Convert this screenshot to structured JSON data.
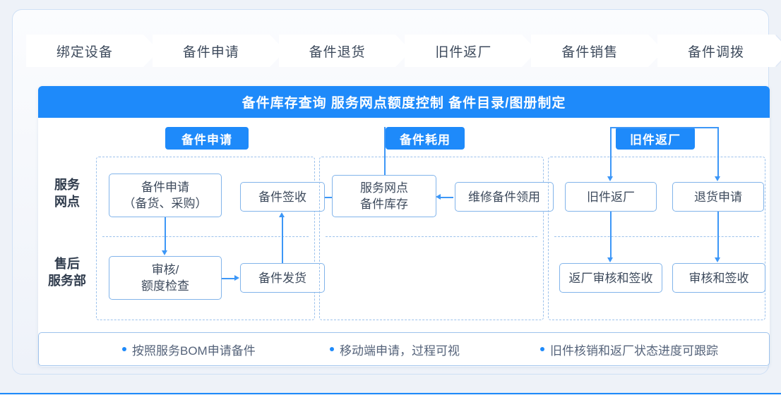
{
  "breadcrumb": {
    "steps": [
      {
        "label": "绑定设备"
      },
      {
        "label": "备件申请"
      },
      {
        "label": "备件退货"
      },
      {
        "label": "旧件返厂"
      },
      {
        "label": "备件销售"
      },
      {
        "label": "备件调拨"
      }
    ]
  },
  "banner": {
    "text": "备件库存查询  服务网点额度控制  备件目录/图册制定",
    "color": "#1e8afa"
  },
  "tags": [
    {
      "label": "备件申请"
    },
    {
      "label": "备件耗用"
    },
    {
      "label": "旧件返厂"
    }
  ],
  "rows": [
    {
      "label": "服务\n网点",
      "line1": "服务",
      "line2": "网点"
    },
    {
      "label": "售后\n服务部",
      "line1": "售后",
      "line2": "服务部"
    }
  ],
  "groups": [
    {
      "name": "备件申请",
      "nodes": [
        {
          "id": "n0",
          "line1": "备件申请",
          "line2": "（备货、采购）"
        },
        {
          "id": "n1",
          "line1": "备件签收",
          "line2": ""
        },
        {
          "id": "n2",
          "line1": "审核/",
          "line2": "额度检查"
        },
        {
          "id": "n3",
          "line1": "备件发货",
          "line2": ""
        }
      ]
    },
    {
      "name": "备件耗用",
      "nodes": [
        {
          "id": "n4",
          "line1": "服务网点",
          "line2": "备件库存"
        },
        {
          "id": "n5",
          "line1": "维修备件领用",
          "line2": ""
        }
      ]
    },
    {
      "name": "旧件返厂",
      "nodes": [
        {
          "id": "n6",
          "line1": "旧件返厂",
          "line2": ""
        },
        {
          "id": "n7",
          "line1": "退货申请",
          "line2": ""
        },
        {
          "id": "n8",
          "line1": "返厂审核和签收",
          "line2": ""
        },
        {
          "id": "n9",
          "line1": "审核和签收",
          "line2": ""
        }
      ]
    }
  ],
  "bullets": [
    {
      "text": "按照服务BOM申请备件"
    },
    {
      "text": "移动端申请，过程可视"
    },
    {
      "text": "旧件核销和返厂状态进度可跟踪"
    }
  ],
  "colors": {
    "accent": "#1e8afa",
    "node_border": "#82b4ea",
    "group_border": "#9dc2ec",
    "text": "#3d4a5c"
  }
}
